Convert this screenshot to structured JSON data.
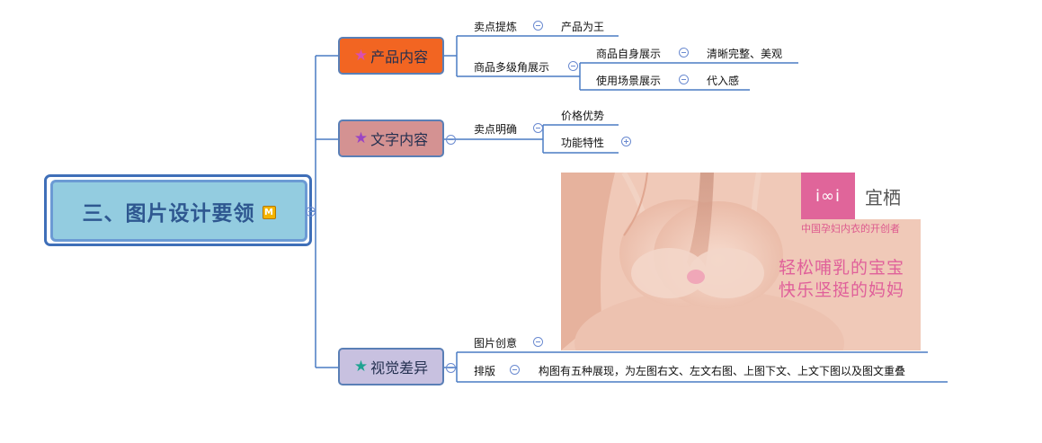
{
  "root": {
    "title": "三、图片设计要领",
    "badge": "M"
  },
  "branches": [
    {
      "label": "产品内容"
    },
    {
      "label": "文字内容"
    },
    {
      "label": "视觉差异"
    }
  ],
  "nodes": {
    "maidian_tilian": "卖点提炼",
    "chanpin_weiwang": "产品为王",
    "duoji_zhanshi": "商品多级角展示",
    "ziti_zhanshi": "商品自身展示",
    "qingxi": "清晰完整、美观",
    "changjing": "使用场景展示",
    "dairugan": "代入感",
    "maidian_mingque": "卖点明确",
    "jiage": "价格优势",
    "gongneng": "功能特性",
    "chuangyi": "图片创意",
    "paiban": "排版",
    "paiban_detail": "构图有五种展现，为左图右文、左文右图、上图下文、上文下图以及图文重叠"
  },
  "image": {
    "brand_latin": "i∞i",
    "brand_cn": "宜栖",
    "tagline": "中国孕妇内衣的开创者",
    "slogan_line1": "轻松哺乳的宝宝",
    "slogan_line2": "快乐坚挺的妈妈"
  },
  "colors": {
    "connector": "#4a7cc4",
    "root_fill": "#93cce0",
    "branch1_fill": "#f26522",
    "branch2_fill": "#d49292",
    "branch3_fill": "#c8c1e0"
  }
}
